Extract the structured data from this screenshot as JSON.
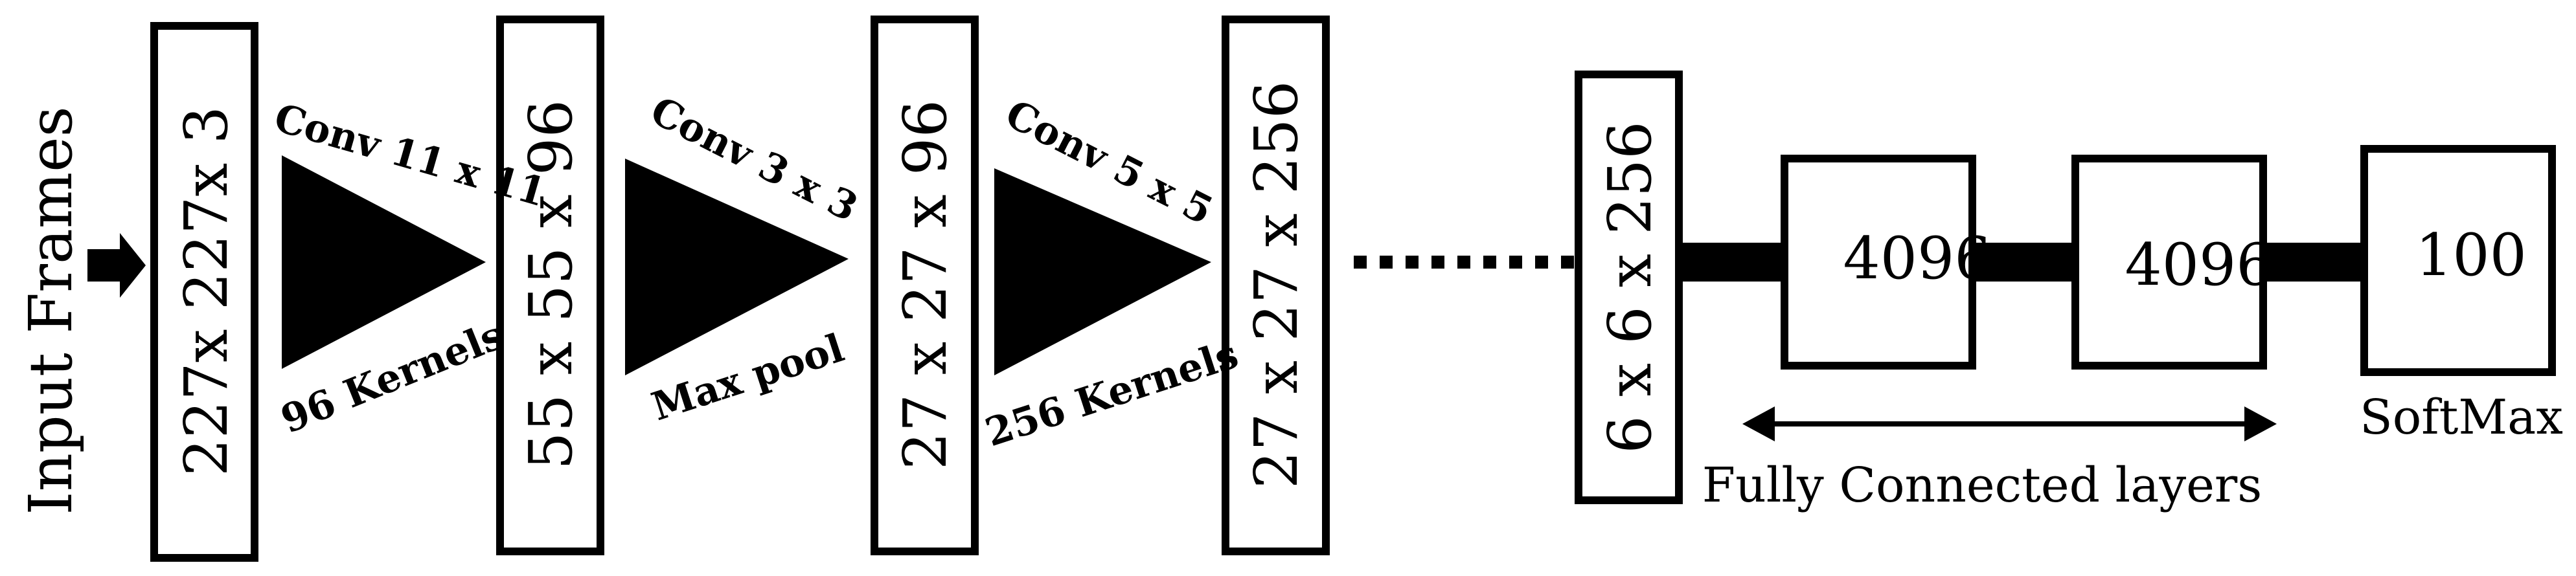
{
  "input": {
    "label": "Input Frames"
  },
  "layers": [
    {
      "label": "227x 227x 3"
    },
    {
      "label": "55 x 55 x 96"
    },
    {
      "label": "27 x 27 x 96"
    },
    {
      "label": "27 x 27 x 256"
    },
    {
      "label": "6 x 6 x 256"
    }
  ],
  "operations": [
    {
      "top": "Conv 11 x 11",
      "bottom": "96 Kernels"
    },
    {
      "top": "Conv 3 x 3",
      "bottom": "Max pool"
    },
    {
      "top": "Conv 5 x 5",
      "bottom": "256 Kernels"
    }
  ],
  "fc_layers": [
    {
      "label": "4096"
    },
    {
      "label": "4096"
    },
    {
      "label": "100"
    }
  ],
  "captions": {
    "fully_connected": "Fully Connected layers",
    "softmax": "SoftMax"
  }
}
